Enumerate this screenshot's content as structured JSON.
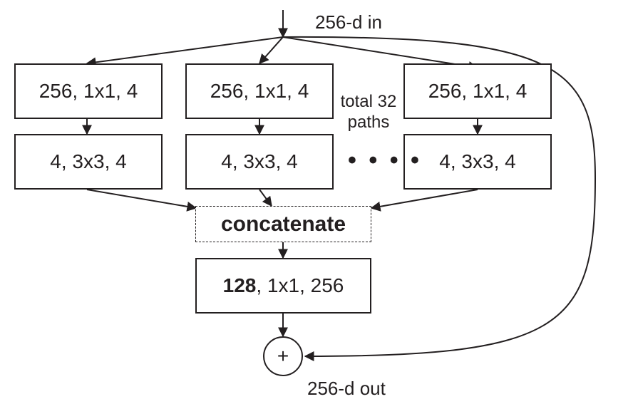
{
  "input_label": "256-d in",
  "output_label": "256-d out",
  "paths": [
    {
      "stage1": "256, 1x1, 4",
      "stage2": "4, 3x3, 4"
    },
    {
      "stage1": "256, 1x1, 4",
      "stage2": "4, 3x3, 4"
    },
    {
      "stage1": "256, 1x1, 4",
      "stage2": "4, 3x3, 4"
    }
  ],
  "paths_note": {
    "line1": "total 32",
    "line2": "paths"
  },
  "ellipsis": "• • • •",
  "concat_label": "concatenate",
  "final_block": {
    "bold": "128",
    "rest": ", 1x1, 256"
  },
  "sum_symbol": "+"
}
